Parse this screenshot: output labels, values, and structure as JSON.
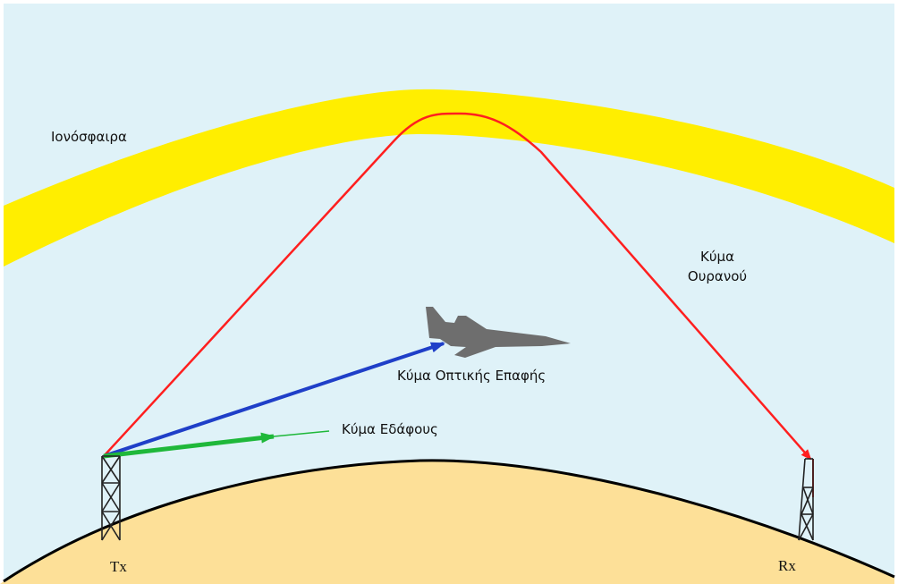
{
  "labels": {
    "ionosphere": "Ιονόσφαιρα",
    "sky_wave_line1": "Κύμα",
    "sky_wave_line2": "Ουρανού",
    "line_of_sight_wave": "Κύμα Οπτικής Επαφής",
    "ground_wave": "Κύμα Εδάφους",
    "transmitter": "Tx",
    "receiver": "Rx"
  },
  "colors": {
    "sky": "#dff2f8",
    "ionosphere": "#ffee00",
    "ground": "#fde098",
    "horizon_line": "#000000",
    "sky_wave": "#ff1f1f",
    "line_of_sight_wave": "#1f3fc8",
    "ground_wave": "#1fb83a",
    "aircraft": "#6e6e6e",
    "tower": "#222222"
  },
  "icons": {
    "aircraft": "jet-airplane-icon",
    "tx_tower": "antenna-tower-icon",
    "rx_tower": "antenna-tower-icon"
  }
}
